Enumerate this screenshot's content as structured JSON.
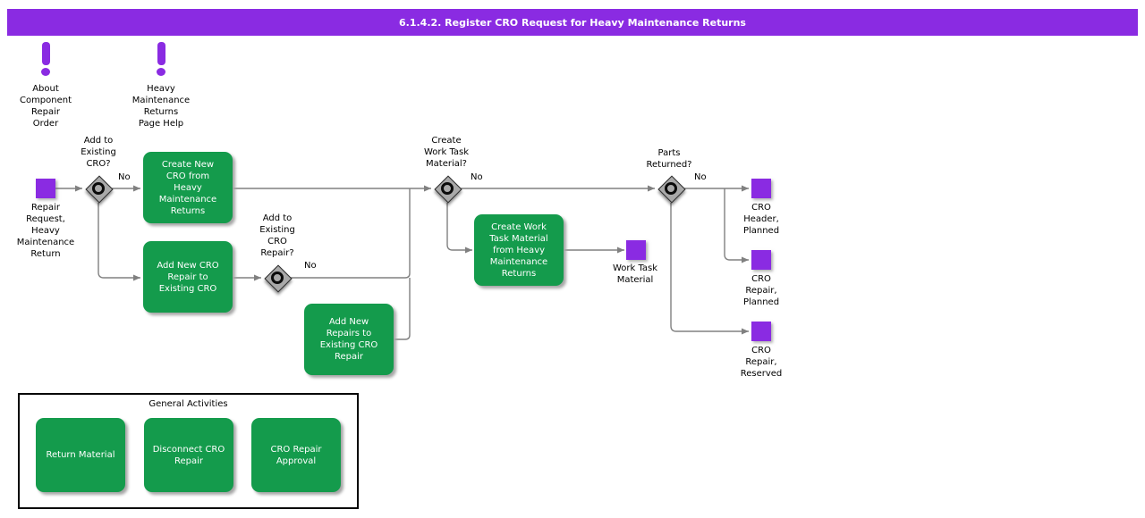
{
  "header": {
    "title": "6.1.4.2. Register CRO Request for Heavy Maintenance Returns"
  },
  "help_links": [
    {
      "label": "About\nComponent\nRepair\nOrder"
    },
    {
      "label": "Heavy\nMaintenance\nReturns\nPage Help"
    }
  ],
  "flow": {
    "start_event": {
      "label": "Repair\nRequest,\nHeavy\nMaintenance\nReturn"
    },
    "decisions": [
      {
        "question": "Add to\nExisting\nCRO?",
        "no_label": "No"
      },
      {
        "question": "Add to\nExisting\nCRO\nRepair?",
        "no_label": "No"
      },
      {
        "question": "Create\nWork Task\nMaterial?",
        "no_label": "No"
      },
      {
        "question": "Parts\nReturned?",
        "no_label": "No"
      }
    ],
    "activities": [
      {
        "label": "Create New\nCRO from\nHeavy\nMaintenance\nReturns"
      },
      {
        "label": "Add New CRO\nRepair to\nExisting CRO"
      },
      {
        "label": "Add New\nRepairs to\nExisting CRO\nRepair"
      },
      {
        "label": "Create Work\nTask Material\nfrom Heavy\nMaintenance\nReturns"
      }
    ],
    "outputs": [
      {
        "label": "Work Task\nMaterial"
      },
      {
        "label": "CRO\nHeader,\nPlanned"
      },
      {
        "label": "CRO\nRepair,\nPlanned"
      },
      {
        "label": "CRO\nRepair,\nReserved"
      }
    ]
  },
  "general_activities": {
    "title": "General Activities",
    "items": [
      {
        "label": "Return Material"
      },
      {
        "label": "Disconnect CRO\nRepair"
      },
      {
        "label": "CRO Repair\nApproval"
      }
    ]
  },
  "colors": {
    "accent_purple": "#8A2BE2",
    "activity_green": "#149B4C",
    "decision_gray": "#A9A9A9",
    "connector_gray": "#808080"
  }
}
